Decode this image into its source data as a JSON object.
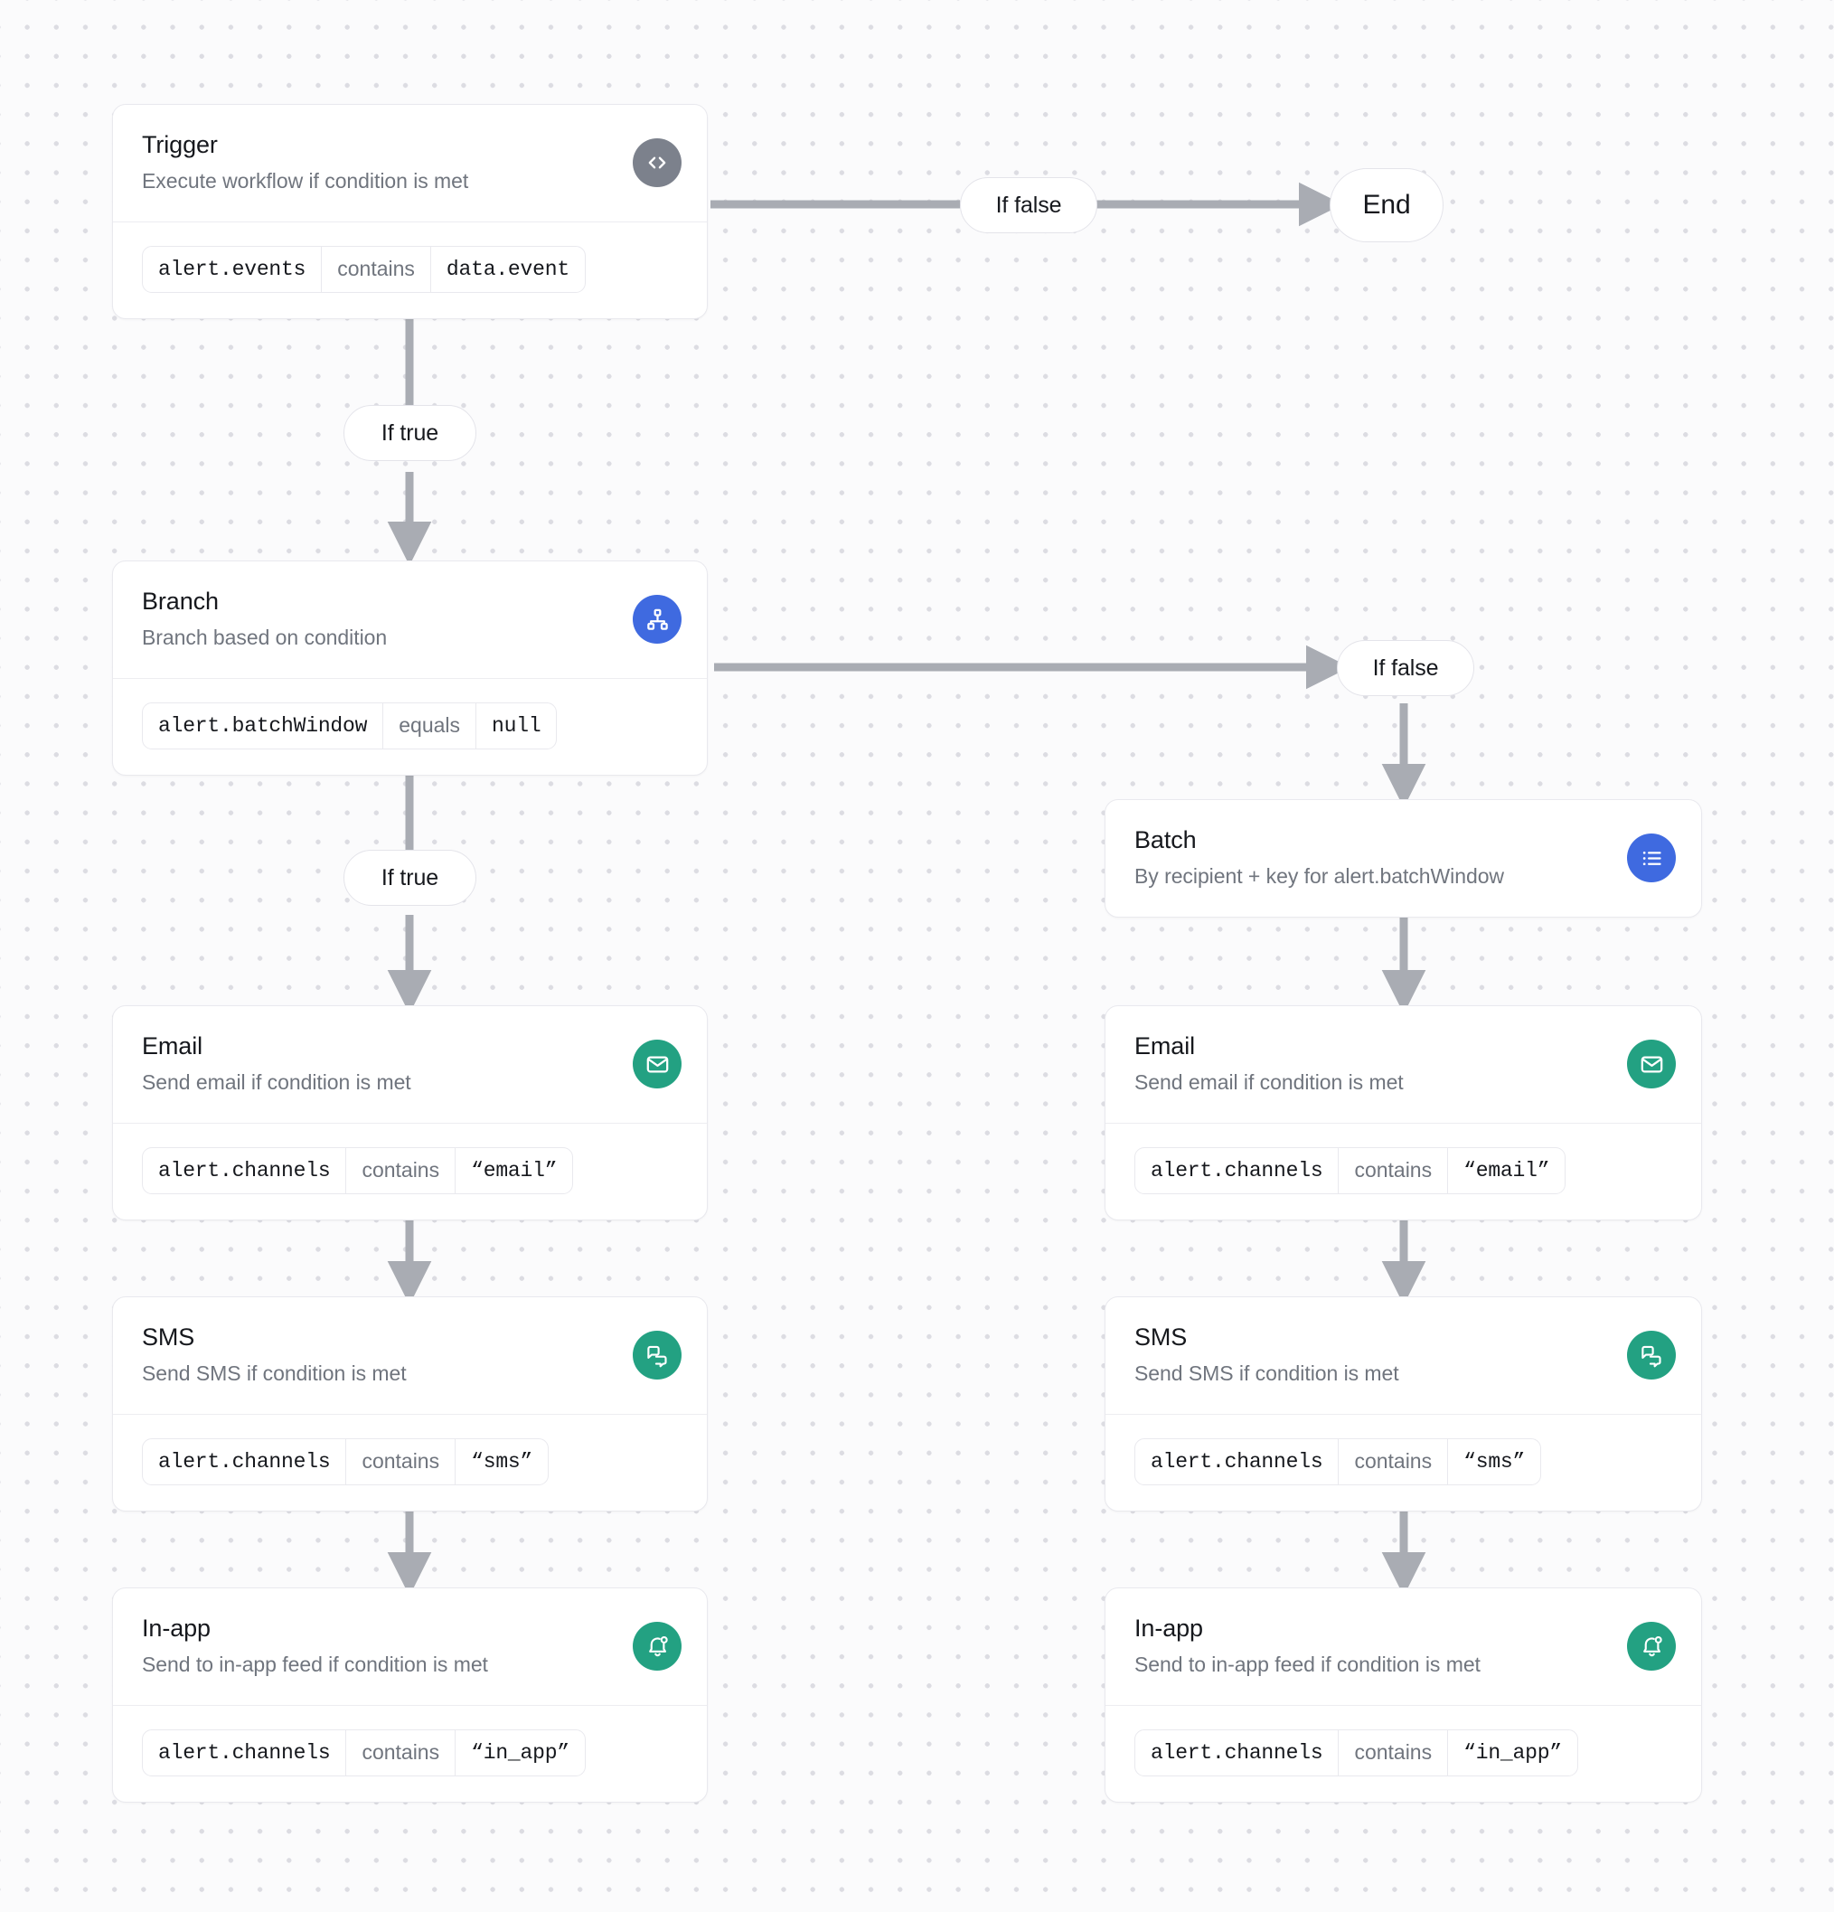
{
  "canvas": {
    "background_color": "#fbfbfc",
    "dot_color": "#dcdce2",
    "connector_color": "#a9acb3"
  },
  "colors": {
    "icon_gray": "#7c818c",
    "icon_blue": "#3f6ae0",
    "icon_green": "#23a182",
    "card_border": "#e9e9ee",
    "title_text": "#16181d",
    "subtitle_text": "#70757e"
  },
  "nodes": {
    "trigger": {
      "title": "Trigger",
      "subtitle": "Execute workflow if condition is met",
      "icon": "code-icon",
      "icon_color": "#7c818c",
      "condition": {
        "field": "alert.events",
        "operator": "contains",
        "value": "data.event"
      }
    },
    "branch": {
      "title": "Branch",
      "subtitle": "Branch based on condition",
      "icon": "hierarchy-icon",
      "icon_color": "#3f6ae0",
      "condition": {
        "field": "alert.batchWindow",
        "operator": "equals",
        "value": "null"
      }
    },
    "batch": {
      "title": "Batch",
      "subtitle": "By recipient + key for alert.batchWindow",
      "icon": "list-icon",
      "icon_color": "#3f6ae0"
    },
    "email_left": {
      "title": "Email",
      "subtitle": "Send email if condition is met",
      "icon": "envelope-icon",
      "icon_color": "#23a182",
      "condition": {
        "field": "alert.channels",
        "operator": "contains",
        "value": "“email”"
      }
    },
    "sms_left": {
      "title": "SMS",
      "subtitle": "Send SMS if condition is met",
      "icon": "chat-bubbles-icon",
      "icon_color": "#23a182",
      "condition": {
        "field": "alert.channels",
        "operator": "contains",
        "value": "“sms”"
      }
    },
    "inapp_left": {
      "title": "In-app",
      "subtitle": "Send to in-app feed if condition is met",
      "icon": "bell-dot-icon",
      "icon_color": "#23a182",
      "condition": {
        "field": "alert.channels",
        "operator": "contains",
        "value": "“in_app”"
      }
    },
    "email_right": {
      "title": "Email",
      "subtitle": "Send email if condition is met",
      "icon": "envelope-icon",
      "icon_color": "#23a182",
      "condition": {
        "field": "alert.channels",
        "operator": "contains",
        "value": "“email”"
      }
    },
    "sms_right": {
      "title": "SMS",
      "subtitle": "Send SMS if condition is met",
      "icon": "chat-bubbles-icon",
      "icon_color": "#23a182",
      "condition": {
        "field": "alert.channels",
        "operator": "contains",
        "value": "“sms”"
      }
    },
    "inapp_right": {
      "title": "In-app",
      "subtitle": "Send to in-app feed if condition is met",
      "icon": "bell-dot-icon",
      "icon_color": "#23a182",
      "condition": {
        "field": "alert.channels",
        "operator": "contains",
        "value": "“in_app”"
      }
    }
  },
  "edge_labels": {
    "trigger_false": "If false",
    "trigger_true": "If true",
    "branch_false": "If false",
    "branch_true": "If true"
  },
  "terminals": {
    "end": "End"
  }
}
